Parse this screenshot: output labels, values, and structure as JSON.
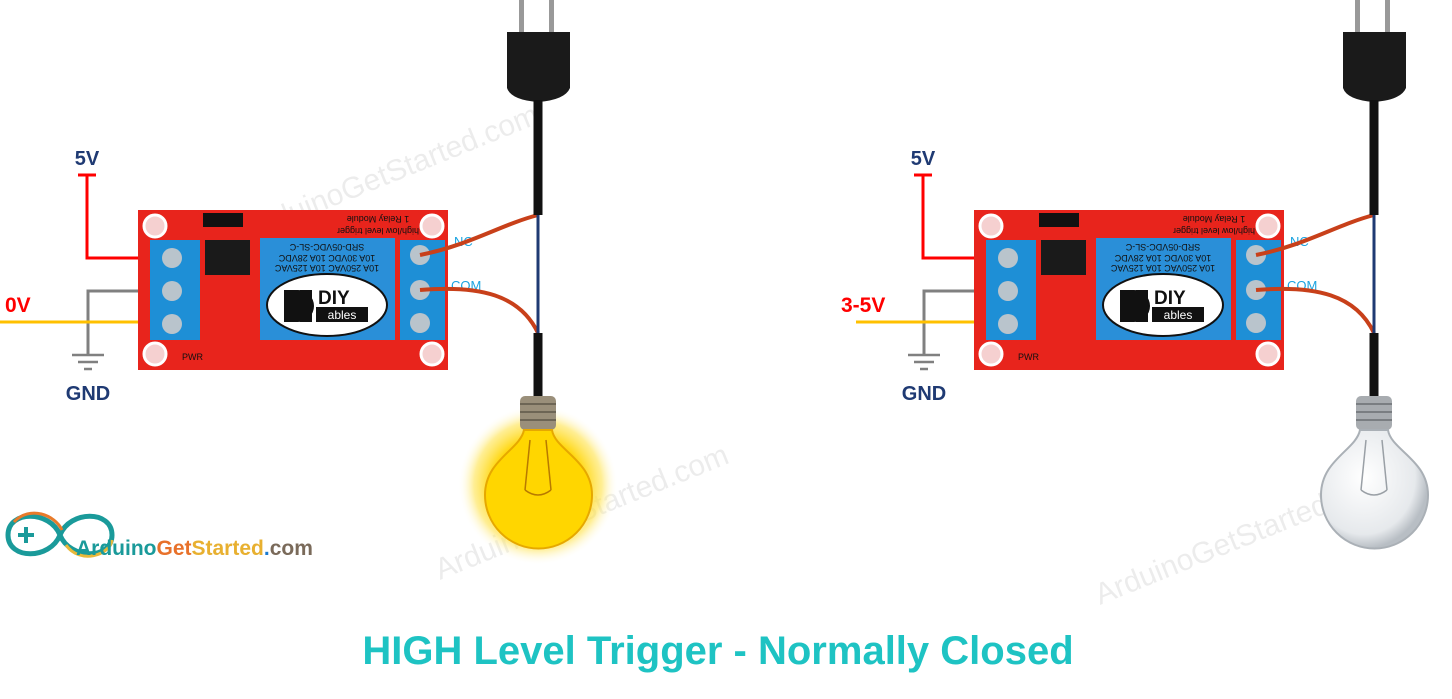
{
  "title": "HIGH Level Trigger - Normally Closed",
  "logo": {
    "part1": "Arduino",
    "part2": "Get",
    "part3": "Started",
    "part4": ".",
    "part5": "com"
  },
  "watermark": "ArduinoGetStarted.com",
  "colors": {
    "vcc": "#ff0000",
    "gnd": "#808080",
    "signal": "#ffc000",
    "label": "#1f3a73",
    "signal_label": "#ff0000",
    "title": "#1ec3c3",
    "wire": "#c8401a"
  },
  "left": {
    "vcc_label": "5V",
    "gnd_label": "GND",
    "signal_label": "0V",
    "nc_label": "NC",
    "com_label": "COM",
    "lamp_state": "on",
    "relay": {
      "brand_top": "DIY",
      "brand_bottom": "ables",
      "model": "SRD-05VDC-SL-C",
      "rating1": "10A 30VDC 10A 28VDC",
      "rating2": "10A 250VAC 10A 125VAC",
      "board_line1": "1 Relay Module",
      "board_line2": "high/low level trigger",
      "pwr": "PWR"
    }
  },
  "right": {
    "vcc_label": "5V",
    "gnd_label": "GND",
    "signal_label": "3-5V",
    "nc_label": "NC",
    "com_label": "COM",
    "lamp_state": "off",
    "relay": {
      "brand_top": "DIY",
      "brand_bottom": "ables",
      "model": "SRD-05VDC-SL-C",
      "rating1": "10A 30VDC 10A 28VDC",
      "rating2": "10A 250VAC 10A 125VAC",
      "board_line1": "1 Relay Module",
      "board_line2": "high/low level trigger",
      "pwr": "PWR"
    }
  }
}
